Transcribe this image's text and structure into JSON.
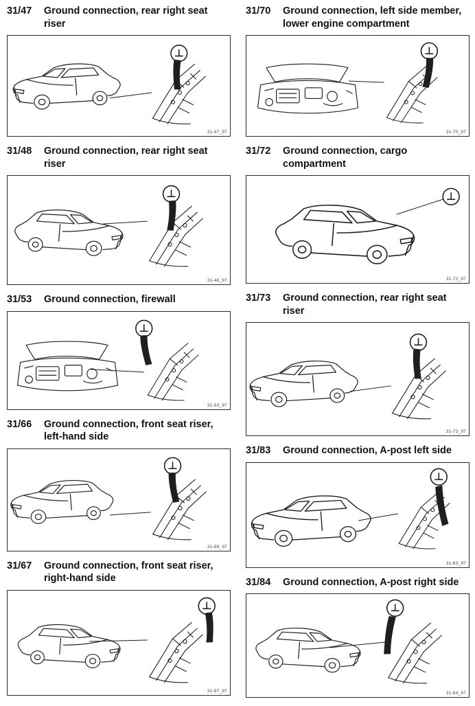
{
  "page": {
    "background": "#ffffff",
    "text_color": "#111111",
    "line_color": "#1f1f1f"
  },
  "icons": {
    "ground_symbol_glyph": "⊥"
  },
  "columns": [
    {
      "entries": [
        {
          "code": "31/47",
          "title": "Ground connection, rear right seat riser",
          "fig_id": "31-47_97"
        },
        {
          "code": "31/48",
          "title": "Ground connection, rear right seat riser",
          "fig_id": "31-48_97"
        },
        {
          "code": "31/53",
          "title": "Ground connection, firewall",
          "fig_id": "31-53_97"
        },
        {
          "code": "31/66",
          "title": "Ground connection, front seat riser, left-hand side",
          "fig_id": "31-66_97"
        },
        {
          "code": "31/67",
          "title": "Ground connection, front seat riser, right-hand side",
          "fig_id": "31-67_97"
        }
      ]
    },
    {
      "entries": [
        {
          "code": "31/70",
          "title": "Ground connection, left side member, lower engine compartment",
          "fig_id": "31-70_97"
        },
        {
          "code": "31/72",
          "title": "Ground connection, cargo compartment",
          "fig_id": "31-72_97"
        },
        {
          "code": "31/73",
          "title": "Ground connection, rear right seat riser",
          "fig_id": "31-73_97"
        },
        {
          "code": "31/83",
          "title": "Ground connection, A-post left side",
          "fig_id": "31-83_97"
        },
        {
          "code": "31/84",
          "title": "Ground connection, A-post right side",
          "fig_id": "31-84_97"
        }
      ]
    }
  ]
}
